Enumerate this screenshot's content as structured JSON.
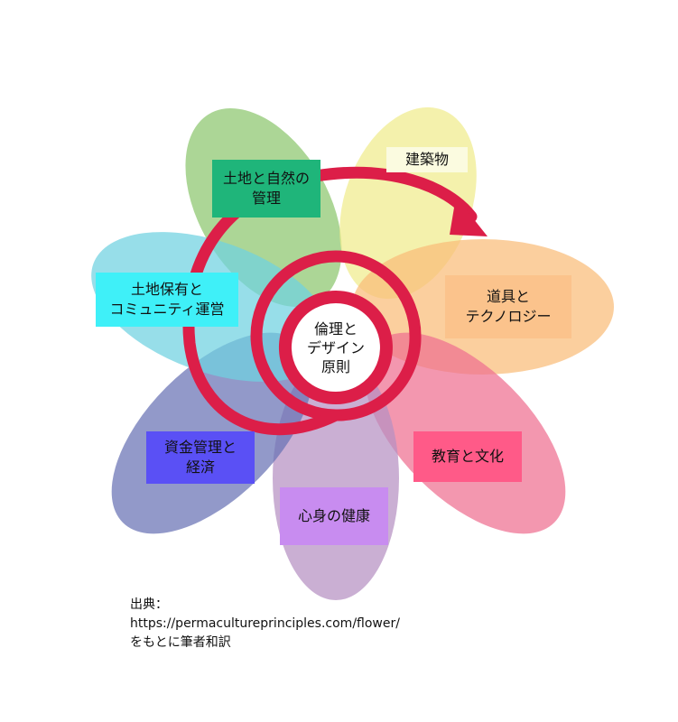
{
  "center": {
    "lines": [
      "倫理と",
      "デザイン",
      "原則"
    ]
  },
  "petals": [
    {
      "id": "land",
      "lines": [
        "土地と自然の",
        "管理"
      ],
      "color": "#8cc66e"
    },
    {
      "id": "building",
      "lines": [
        "建築物"
      ],
      "color": "#f0ec8c"
    },
    {
      "id": "tools",
      "lines": [
        "道具と",
        "テクノロジー"
      ],
      "color": "#f9bd79"
    },
    {
      "id": "education",
      "lines": [
        "教育と文化"
      ],
      "color": "#ef6f90"
    },
    {
      "id": "health",
      "lines": [
        "心身の健康"
      ],
      "color": "#b690c2"
    },
    {
      "id": "finance",
      "lines": [
        "資金管理と",
        "経済"
      ],
      "color": "#6872b4"
    },
    {
      "id": "tenure",
      "lines": [
        "土地保有と",
        "コミュニティ運営"
      ],
      "color": "#6fd1e0"
    }
  ],
  "label_colors": {
    "land": "#1fb57a",
    "building": "#fbfbe0",
    "tools": "#fbc38c",
    "education": "#ff5a88",
    "health": "#c88cf0",
    "finance": "#5a50f5",
    "tenure": "#3ff0f8"
  },
  "spiral_color": "#dc1e48",
  "source": {
    "line1": "出典：",
    "line2": "https://permacultureprinciples.com/flower/",
    "line3": "をもとに筆者和訳"
  }
}
